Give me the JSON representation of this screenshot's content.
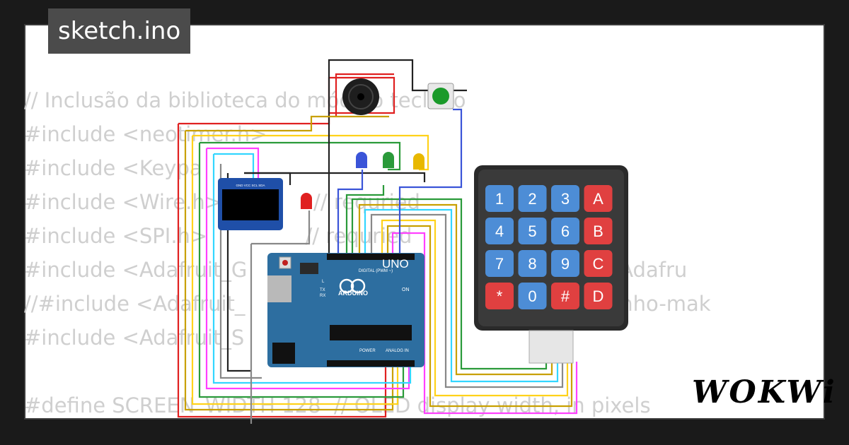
{
  "window": {
    "title": "sketch.ino"
  },
  "code_lines": [
    "// Inclusão da biblioteca do módulo teclado",
    "#include <neotimer.h>",
    "#include <Keypa",
    "#include <Wire.h>              // requried                   1106",
    "#include <SPI.h>               // requried                   106",
    "#include <Adafruit_G           // http                      /adafruit/Adafru",
    "//#include <Adafruit_           // https                  ub.com/wonho-mak",
    "#include <Adafruit_S",
    "",
    "#define SCREEN_WIDTH 128  // OLED display width, in pixels"
  ],
  "keypad": {
    "keys": [
      "1",
      "2",
      "3",
      "A",
      "4",
      "5",
      "6",
      "B",
      "7",
      "8",
      "9",
      "C",
      "*",
      "0",
      "#",
      "D"
    ],
    "colors": {
      "digit": "#4d8dd6",
      "letter": "#e04040"
    }
  },
  "arduino": {
    "model": "UNO",
    "brand": "ARDUINO",
    "labels": {
      "digital": "DIGITAL (PWM ~)",
      "power": "POWER",
      "analog": "ANALOG IN",
      "on": "ON",
      "l": "L",
      "tx": "TX",
      "rx": "RX"
    }
  },
  "oled": {
    "pins": "GND VCC SCL SDA"
  },
  "leds": {
    "colors": [
      "#3a54d8",
      "#2a9a3a",
      "#e8b800",
      "#e02020"
    ]
  },
  "button": {
    "color": "#1a9a2a"
  },
  "brand_logo": "WOKWi"
}
